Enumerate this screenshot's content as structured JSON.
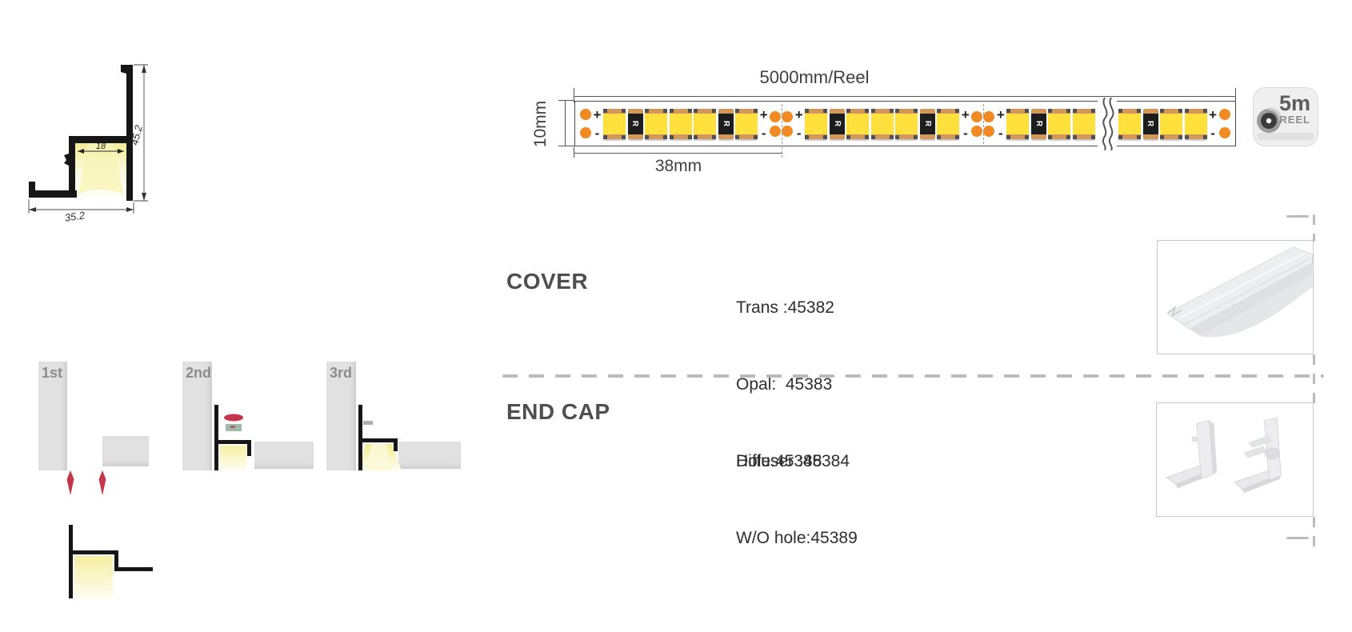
{
  "profile_drawing": {
    "height_dim": "45.2",
    "width_dim": "35.2",
    "inner_dim": "18"
  },
  "strip_diagram": {
    "reel_length_label": "5000mm/Reel",
    "strip_width_label": "10mm",
    "cut_length_label": "38mm",
    "plus": "+",
    "minus": "-",
    "resistor_label": "R",
    "reel_badge": {
      "capacity": "5m",
      "label": "REEL"
    },
    "sequence": [
      "dots-start",
      "pm",
      "led",
      "res",
      "led",
      "led",
      "led",
      "res",
      "led",
      "pm",
      "cut",
      "pm",
      "led",
      "res",
      "led",
      "led",
      "led",
      "res",
      "led",
      "pm",
      "cut",
      "pm",
      "led",
      "res",
      "led",
      "led",
      "break",
      "led",
      "res",
      "led",
      "led",
      "pm",
      "dots-end"
    ]
  },
  "sections": [
    {
      "title": "COVER",
      "items": [
        "Trans :45382",
        "Opal:  45383",
        "Diffuser :45384"
      ]
    },
    {
      "title": "END CAP",
      "items": [
        "Hole:45388",
        "W/O hole:45389"
      ]
    }
  ],
  "installation_steps": [
    {
      "label": "1st"
    },
    {
      "label": "2nd"
    },
    {
      "label": "3rd"
    }
  ],
  "colors": {
    "accent-orange": "#F18A23",
    "led-yellow": "#FFE03C",
    "pad-tan": "#D1975B",
    "resistor-black": "#1D1D1D",
    "arrow-red": "#C2374A",
    "glow-yellow": "#F4EE9B",
    "bar-gray": "#E1E1E1",
    "text-dark": "#3F3F3F",
    "heading-gray": "#4E4E4E",
    "dash-gray": "#BBBBBB",
    "line-gray": "#555555"
  }
}
